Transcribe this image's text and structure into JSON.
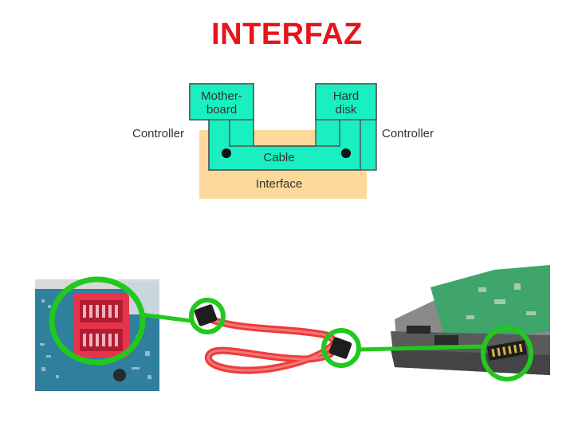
{
  "slide": {
    "title": "INTERFAZ"
  },
  "diagram": {
    "motherboard_label_line1": "Mother-",
    "motherboard_label_line2": "board",
    "harddisk_label_line1": "Hard",
    "harddisk_label_line2": "disk",
    "cable_label": "Cable",
    "interface_label": "Interface",
    "controller_left": "Controller",
    "controller_right": "Controller",
    "colors": {
      "box_fill": "#19efc0",
      "interface_fill": "#fcd99a",
      "outline": "#555555"
    }
  },
  "photos": {
    "highlight_color": "#22c81e",
    "cable_color": "#ee3b3b",
    "connector_color": "#e8344a",
    "pcb_color": "#2f7f9d",
    "hdd_pcb_color": "#3fa56a"
  }
}
